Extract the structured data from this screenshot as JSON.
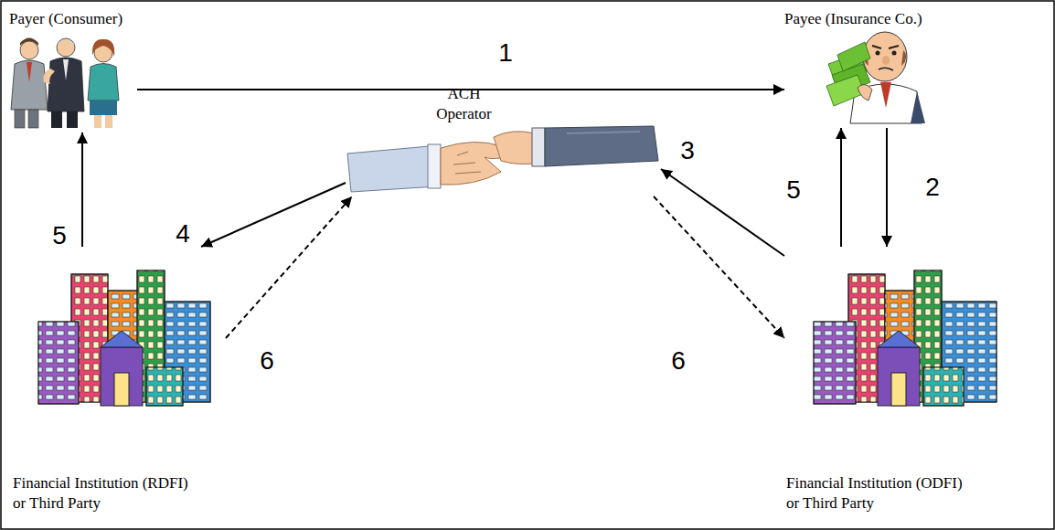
{
  "diagram": {
    "nodes": [
      {
        "text": [
          "Payer (Consumer)"
        ]
      },
      {
        "text": [
          "Payee (Insurance Co.)"
        ]
      },
      {
        "text": [
          "ACH Operator"
        ]
      },
      {
        "text": [
          "Financial Institution (RDFI) or Third Party"
        ]
      },
      {
        "text": [
          "Financial Institution (ODFI) or Third Party"
        ]
      }
    ],
    "edges": [
      {
        "from": 0,
        "to": 1,
        "label": "1",
        "arrow": "to"
      },
      {
        "from": 1,
        "to": 4,
        "label": "2",
        "arrow": "to"
      },
      {
        "from": 4,
        "to": 2,
        "label": "3",
        "arrow": "to"
      },
      {
        "from": 2,
        "to": 3,
        "label": "4",
        "arrow": "to"
      },
      {
        "from": 3,
        "to": 0,
        "label": "5",
        "arrow": "to"
      },
      {
        "from": 4,
        "to": 1,
        "label": "5",
        "arrow": "to"
      },
      {
        "from": 3,
        "to": 2,
        "label": "6",
        "arrow": "to"
      },
      {
        "from": 2,
        "to": 4,
        "label": "6",
        "arrow": "to"
      }
    ]
  }
}
